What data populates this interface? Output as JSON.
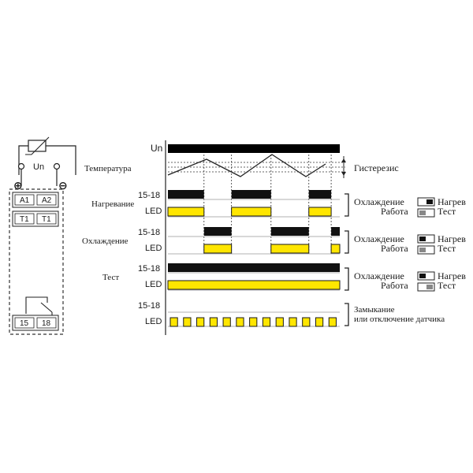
{
  "colors": {
    "relay": "#111111",
    "led": "#ffe600",
    "led_stroke": "#1a1a1a",
    "line": "#222222",
    "dashed": "#333333"
  },
  "device": {
    "supply_label": "Un",
    "plus_symbol": "⊕",
    "minus_symbol": "⊖",
    "terminals_top": [
      "A1",
      "A2"
    ],
    "terminals_mid": [
      "T1",
      "T1"
    ],
    "terminals_bottom": [
      "15",
      "18"
    ]
  },
  "timing": {
    "un_label": "Un",
    "temperature_label": "Температура",
    "hysteresis_label": "Гистерезис",
    "relay_label": "15-18",
    "led_label": "LED",
    "rows": [
      {
        "mode": "Нагревание",
        "relay_on": [
          [
            0.0,
            0.21
          ],
          [
            0.37,
            0.6
          ],
          [
            0.82,
            0.95
          ]
        ],
        "led_on": [
          [
            0.0,
            0.21
          ],
          [
            0.37,
            0.6
          ],
          [
            0.82,
            0.95
          ]
        ],
        "switch": {
          "line1_left": "Охлаждение",
          "line1_right": "Нагрев",
          "line2_left": "Работа",
          "line2_right": "Тест",
          "top_pos": "right",
          "bottom_pos": "left"
        }
      },
      {
        "mode": "Охлаждение",
        "relay_on": [
          [
            0.21,
            0.37
          ],
          [
            0.6,
            0.82
          ],
          [
            0.95,
            1.0
          ]
        ],
        "led_on": [
          [
            0.21,
            0.37
          ],
          [
            0.6,
            0.82
          ],
          [
            0.95,
            1.0
          ]
        ],
        "switch": {
          "line1_left": "Охлаждение",
          "line1_right": "Нагрев",
          "line2_left": "Работа",
          "line2_right": "Тест",
          "top_pos": "left",
          "bottom_pos": "left"
        }
      },
      {
        "mode": "Тест",
        "relay_on": [
          [
            0.0,
            1.0
          ]
        ],
        "led_on": [
          [
            0.0,
            1.0
          ]
        ],
        "switch": {
          "line1_left": "Охлаждение",
          "line1_right": "Нагрев",
          "line2_left": "Работа",
          "line2_right": "Тест",
          "top_pos": "left",
          "bottom_pos": "right"
        }
      }
    ],
    "sensor_fault": {
      "note_line1": "Замыкание",
      "note_line2": "или отключение датчика",
      "led_blink_count": 13
    }
  }
}
